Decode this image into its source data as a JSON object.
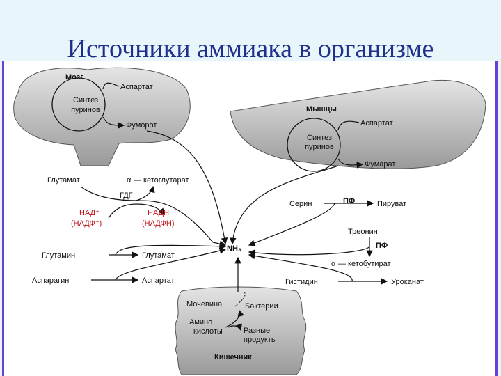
{
  "title": "Источники аммиака в организме",
  "brain": {
    "label": "Мозг",
    "aspartate": "Аспартат",
    "synth1": "Синтез",
    "synth2": "пуринов",
    "fumarate": "Фуморот"
  },
  "muscle": {
    "label": "Мышцы",
    "aspartate": "Аспартат",
    "synth1": "Синтез",
    "synth2": "пуринов",
    "fumarate": "Фумарат"
  },
  "left": {
    "glutamate": "Глутамат",
    "alpha": "α",
    "ketoglutarate": "— кетоглутарат",
    "gdg": "ГДГ",
    "nad": "НАД⁺",
    "nadp": "(НАДФ⁺)",
    "nadh": "НАДН",
    "nadph": "(НАДФН)",
    "glutamine": "Глутамин",
    "glutamate2": "Глутамат",
    "asparagine": "Аспарагин",
    "aspartate": "Аспартат"
  },
  "center": {
    "nh3": "NH₃"
  },
  "right": {
    "serine": "Серин",
    "pf1": "ПФ",
    "pyruvate": "Пируват",
    "threonine": "Треонин",
    "pf2": "ПФ",
    "alpha": "α",
    "ketobutyrate": "— кетобутират",
    "histidine": "Гистидин",
    "urocanate": "Уроканат"
  },
  "gut": {
    "urea": "Мочевина",
    "bacteria": "Бактерии",
    "amino1": "Амино",
    "amino2": "кислоты",
    "products1": "Разные",
    "products2": "продукты",
    "label": "Кишечник"
  }
}
